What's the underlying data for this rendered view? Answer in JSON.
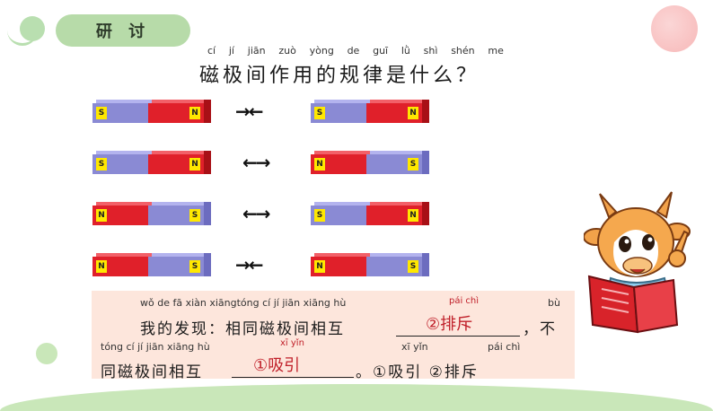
{
  "header": {
    "tab_label": "研 讨"
  },
  "title": {
    "pinyin": [
      "cí",
      "jí",
      "jiān",
      "zuò",
      "yòng",
      "de",
      "guī",
      "lǜ",
      "shì",
      "shén",
      "me"
    ],
    "text": "磁极间作用的规律是什么？"
  },
  "magnet_rows": [
    {
      "left": [
        "S",
        "N"
      ],
      "arrows": "→←",
      "right": [
        "S",
        "N"
      ]
    },
    {
      "left": [
        "S",
        "N"
      ],
      "arrows": "←→",
      "right": [
        "N",
        "S"
      ]
    },
    {
      "left": [
        "N",
        "S"
      ],
      "arrows": "←→",
      "right": [
        "S",
        "N"
      ]
    },
    {
      "left": [
        "N",
        "S"
      ],
      "arrows": "→←",
      "right": [
        "N",
        "S"
      ]
    }
  ],
  "discovery": {
    "line1_pinyin": "wǒ de fā xiàn   xiāngtóng cí  jí  jiān xiāng hù",
    "line1_pinyin_answer": "pái chì",
    "line1_pinyin_end": "bù",
    "line1_text": "我的发现：相同磁极间相互",
    "line1_answer": "②排斥",
    "line1_end": "，不",
    "line2_pinyin": "tóng cí  jí  jiān xiāng hù",
    "line2_pinyin_answer": "xī  yǐn",
    "line2_pinyin_opt1": "xī  yǐn",
    "line2_pinyin_opt2": "pái chì",
    "line2_text": "同磁极间相互",
    "line2_answer": "①吸引",
    "line2_end": "。①吸引   ②排斥"
  },
  "colors": {
    "red": "#e0202a",
    "blue": "#8a8ad4",
    "pole": "#ffe800",
    "panel": "#fde6dc",
    "accent_green": "#b7dba9"
  }
}
